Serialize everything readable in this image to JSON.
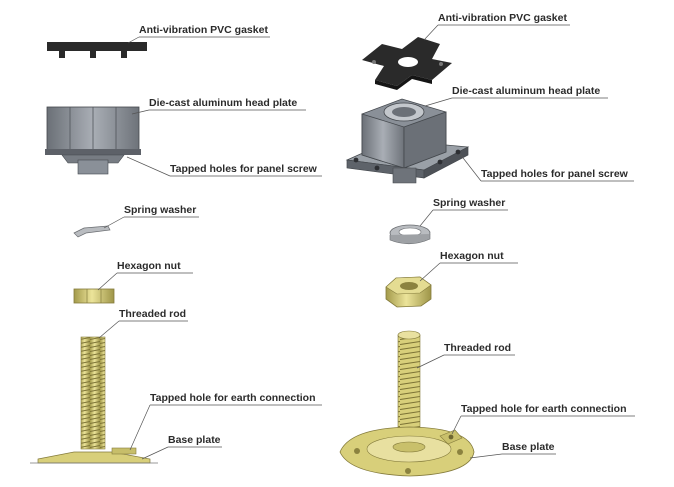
{
  "left": {
    "gasket": "Anti-vibration PVC gasket",
    "head_plate": "Die-cast aluminum head plate",
    "tapped_holes": "Tapped holes for panel screw",
    "spring_washer": "Spring washer",
    "hex_nut": "Hexagon nut",
    "threaded_rod": "Threaded rod",
    "earth_hole": "Tapped hole for earth connection",
    "base_plate": "Base plate"
  },
  "right": {
    "gasket": "Anti-vibration PVC gasket",
    "head_plate": "Die-cast aluminum head plate",
    "tapped_holes": "Tapped holes for panel screw",
    "spring_washer": "Spring washer",
    "hex_nut": "Hexagon nut",
    "threaded_rod": "Threaded rod",
    "earth_hole": "Tapped hole for earth connection",
    "base_plate": "Base plate"
  },
  "colors": {
    "gasket": "#2a2a2a",
    "aluminum": "#8a9098",
    "brass": "#d8cf7a",
    "washer": "#b9bcc0"
  }
}
